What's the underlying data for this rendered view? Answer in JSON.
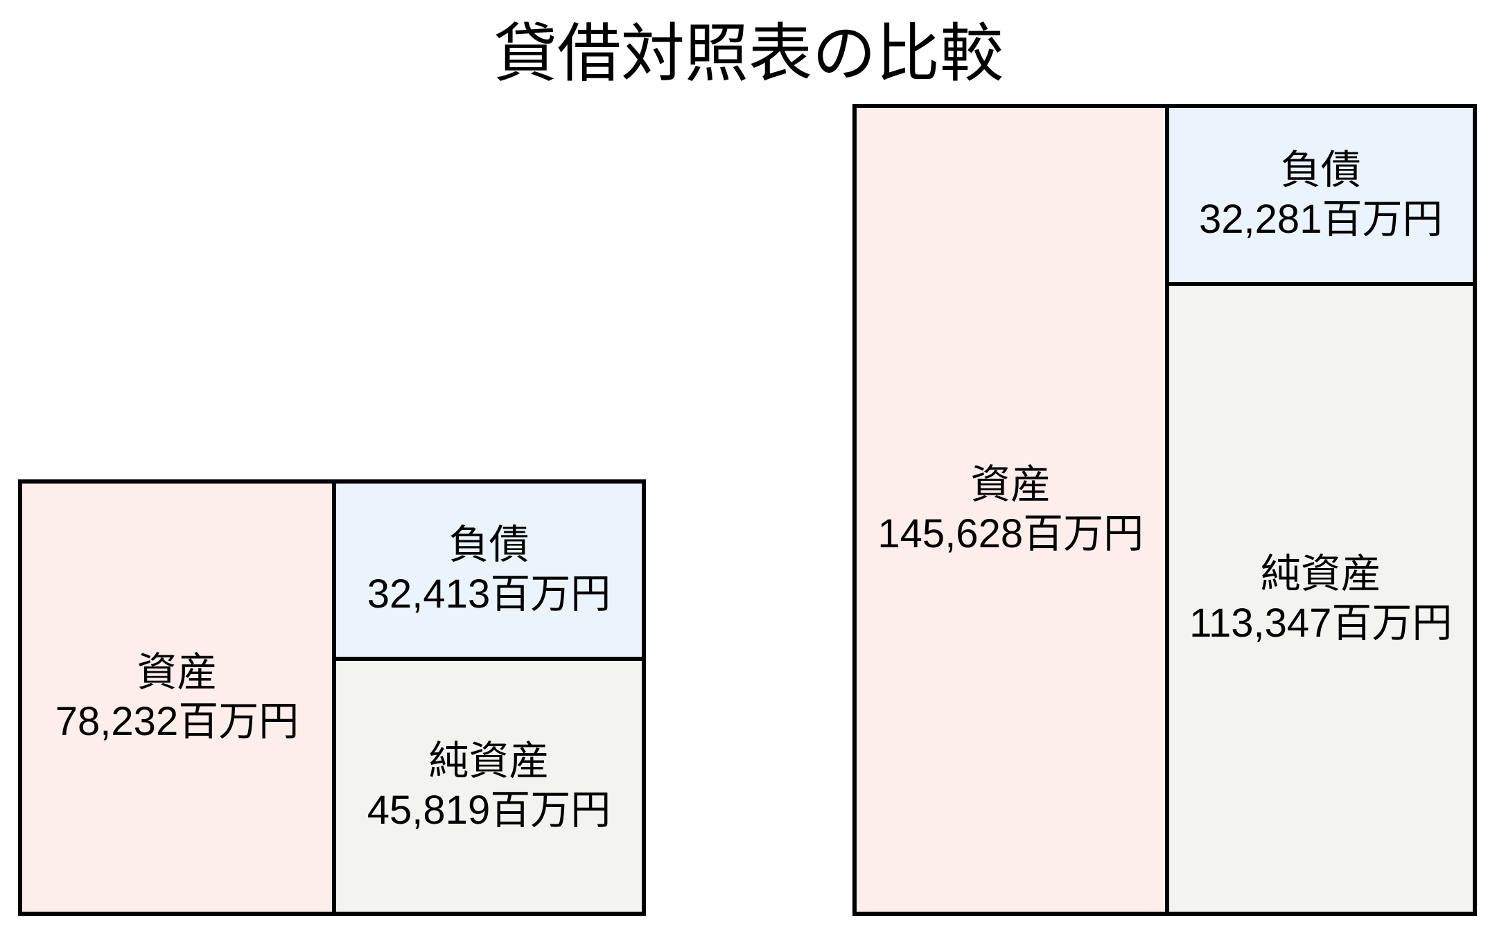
{
  "title": "貸借対照表の比較",
  "unit": "百万円",
  "colors": {
    "background": "#ffffff",
    "text": "#000000",
    "border": "#000000",
    "assets_fill": "#fdeeeb",
    "liabilities_fill": "#ebf4fd",
    "net_assets_fill": "#f3f3f2"
  },
  "chart_data": {
    "type": "bar",
    "subtype": "stacked-balance-sheet-boxes",
    "title": "貸借対照表の比較",
    "unit": "百万円",
    "legend_position": "none",
    "axes_visible": false,
    "layout_hint": "two balance sheets, bottoms aligned, heights proportional to total assets; left column = assets, right column = liabilities (top) over net assets (bottom)",
    "sheets": [
      {
        "assets": {
          "label": "資産",
          "value": 78232,
          "display": "78,232百万円"
        },
        "liabilities": {
          "label": "負債",
          "value": 32413,
          "display": "32,413百万円"
        },
        "net_assets": {
          "label": "純資産",
          "value": 45819,
          "display": "45,819百万円"
        }
      },
      {
        "assets": {
          "label": "資産",
          "value": 145628,
          "display": "145,628百万円"
        },
        "liabilities": {
          "label": "負債",
          "value": 32281,
          "display": "32,281百万円"
        },
        "net_assets": {
          "label": "純資産",
          "value": 113347,
          "display": "113,347百万円"
        }
      }
    ]
  }
}
